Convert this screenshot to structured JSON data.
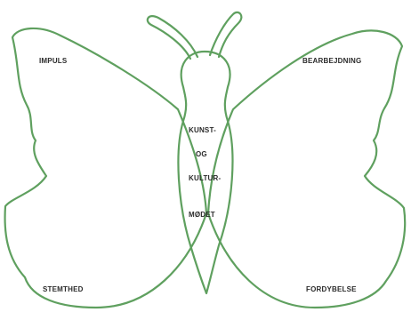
{
  "colors": {
    "outline": "#5fa05f",
    "text": "#2b2b2b"
  },
  "wings": {
    "top_left": "IMPULS",
    "top_right": "BEARBEJDNING",
    "bottom_left": "STEMTHED",
    "bottom_right": "FORDYBELSE"
  },
  "body": {
    "line1": "KUNST-",
    "line2": "OG",
    "line3": "KULTUR-",
    "line4": "MØDET"
  }
}
